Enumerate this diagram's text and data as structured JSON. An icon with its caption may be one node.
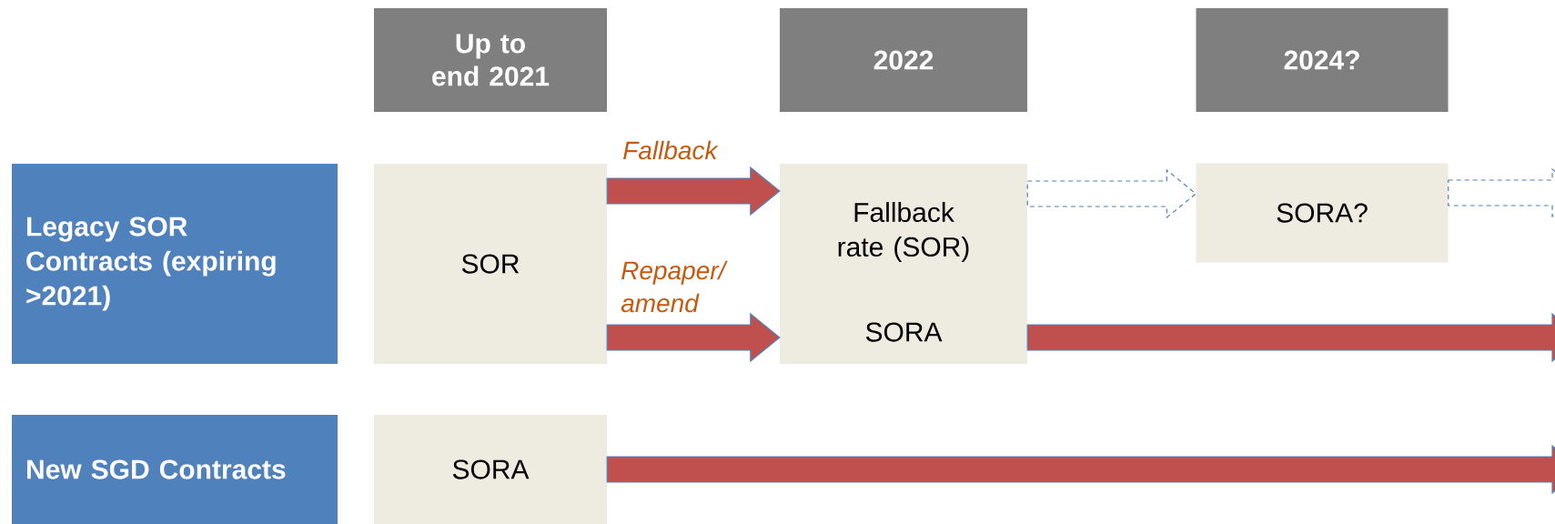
{
  "diagram": {
    "nodes": [
      {
        "text": [
          "Up to end 2021"
        ]
      },
      {
        "text": [
          "2022"
        ]
      },
      {
        "text": [
          "2024?"
        ]
      },
      {
        "text": [
          "Legacy SOR Contracts (expiring >2021)"
        ]
      },
      {
        "text": [
          "SOR"
        ]
      },
      {
        "text": [
          "Fallback rate (SOR)"
        ]
      },
      {
        "text": [
          "SORA"
        ]
      },
      {
        "text": [
          "SORA?"
        ]
      },
      {
        "text": [
          "New SGD Contracts"
        ]
      },
      {
        "text": [
          "SORA"
        ]
      }
    ],
    "edges": [
      {
        "from": 4,
        "to": 5,
        "arrow": "to",
        "label": "Fallback"
      },
      {
        "from": 4,
        "to": 6,
        "arrow": "to",
        "label": "Repaper/ amend"
      },
      {
        "from": 5,
        "to": 7,
        "arrow": "to",
        "style": "dashed"
      },
      {
        "from": 7,
        "to": null,
        "arrow": "to",
        "style": "dashed"
      },
      {
        "from": 6,
        "to": null,
        "arrow": "to"
      },
      {
        "from": 9,
        "to": null,
        "arrow": "to"
      }
    ]
  }
}
